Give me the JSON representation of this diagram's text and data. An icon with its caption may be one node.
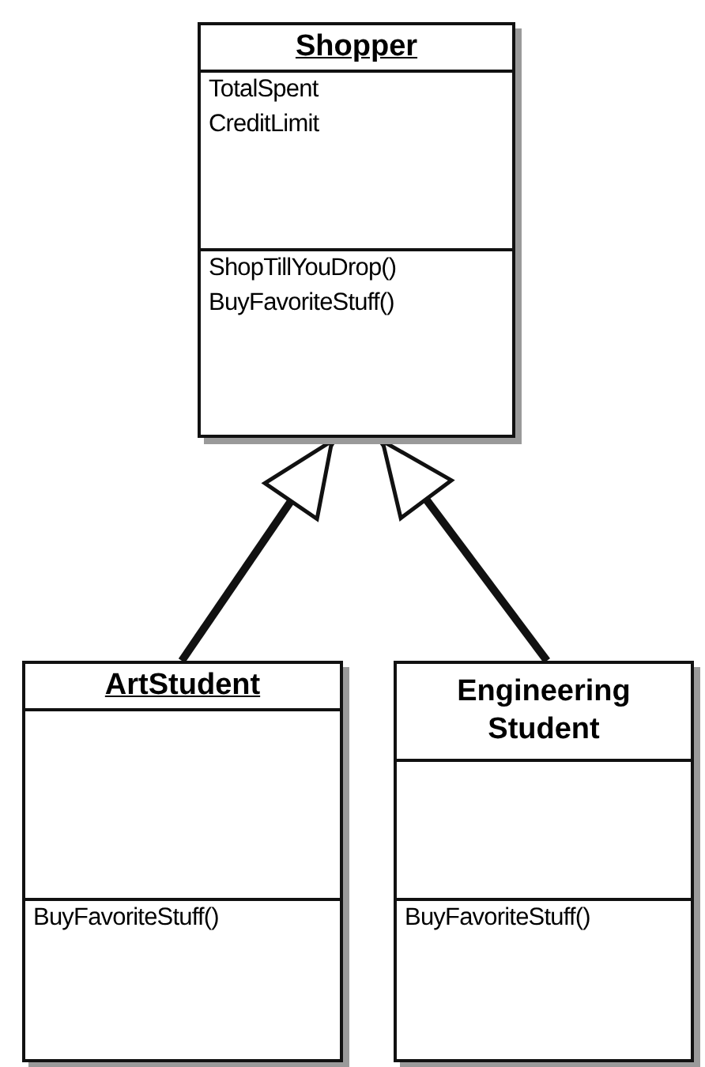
{
  "diagram": {
    "nodes": [
      {
        "text": [
          "Shopper",
          "TotalSpent",
          "CreditLimit",
          "ShopTillYouDrop()",
          "BuyFavoriteStuff()"
        ]
      },
      {
        "text": [
          "ArtStudent",
          "BuyFavoriteStuff()"
        ]
      },
      {
        "text": [
          "Engineering Student",
          "BuyFavoriteStuff()"
        ]
      }
    ],
    "edges": [
      {
        "from": 1,
        "to": 0,
        "arrow": "to"
      },
      {
        "from": 2,
        "to": 0,
        "arrow": "to"
      }
    ]
  }
}
